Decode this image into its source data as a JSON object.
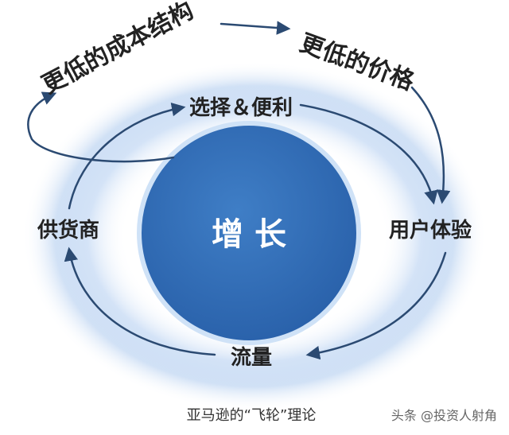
{
  "diagram": {
    "center": "增 长",
    "nodes": {
      "lower_cost": "更低的成本结构",
      "lower_price": "更低的价格",
      "selection": "选择＆便利",
      "supplier": "供货商",
      "user_experience": "用户体验",
      "traffic": "流量"
    },
    "caption": "亚马逊的“飞轮”理论",
    "watermark": "头条 @投资人射角"
  },
  "colors": {
    "center_fill": "#2f6ab3",
    "center_fill_light": "#3d7cc4",
    "glow": "#a9c9ee",
    "arrow": "#2b4a72",
    "label": "#222222"
  }
}
